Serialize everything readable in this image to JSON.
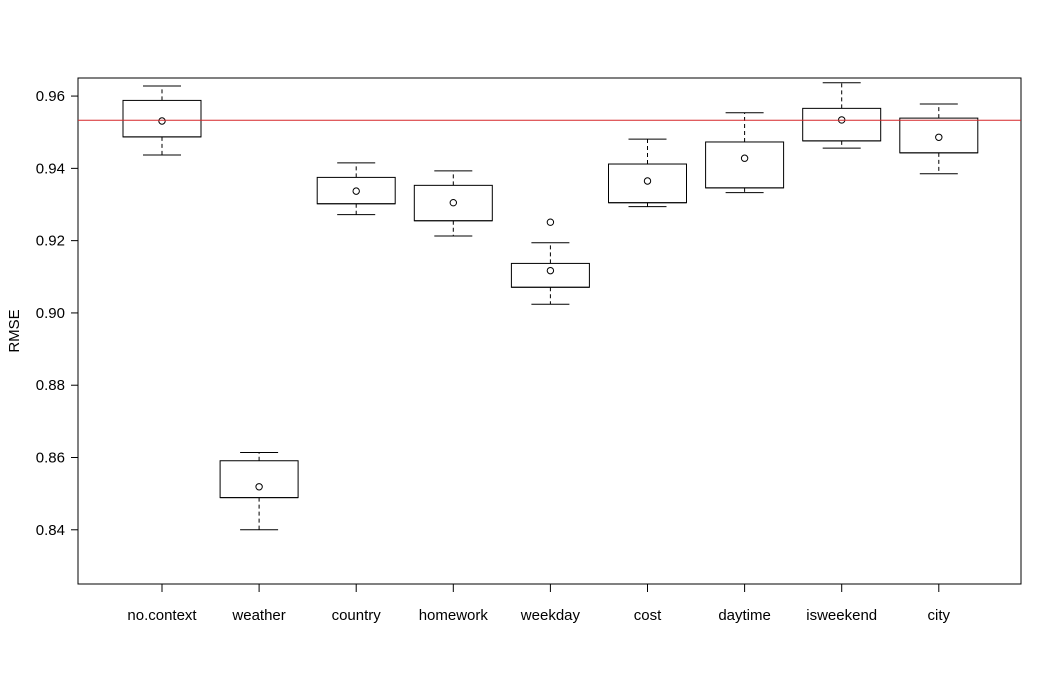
{
  "chart_data": {
    "type": "boxplot",
    "title": "",
    "xlabel": "",
    "ylabel": "RMSE",
    "ylim": [
      0.825,
      0.965
    ],
    "yticks": [
      0.84,
      0.86,
      0.88,
      0.9,
      0.92,
      0.94,
      0.96
    ],
    "ytick_labels": [
      "0.84",
      "0.86",
      "0.88",
      "0.90",
      "0.92",
      "0.94",
      "0.96"
    ],
    "categories": [
      "no.context",
      "weather",
      "country",
      "homework",
      "weekday",
      "cost",
      "daytime",
      "isweekend",
      "city"
    ],
    "boxes": [
      {
        "category": "no.context",
        "whisker_low": 0.9437,
        "q1": 0.9487,
        "median": 0.9487,
        "q3": 0.9588,
        "whisker_high": 0.9628,
        "mean": 0.9531,
        "outliers": []
      },
      {
        "category": "weather",
        "whisker_low": 0.84,
        "q1": 0.8489,
        "median": 0.8489,
        "q3": 0.8591,
        "whisker_high": 0.8614,
        "mean": 0.8519,
        "outliers": []
      },
      {
        "category": "country",
        "whisker_low": 0.9272,
        "q1": 0.9302,
        "median": 0.9302,
        "q3": 0.9375,
        "whisker_high": 0.9415,
        "mean": 0.9337,
        "outliers": []
      },
      {
        "category": "homework",
        "whisker_low": 0.9213,
        "q1": 0.9255,
        "median": 0.9255,
        "q3": 0.9353,
        "whisker_high": 0.9393,
        "mean": 0.9305,
        "outliers": []
      },
      {
        "category": "weekday",
        "whisker_low": 0.9024,
        "q1": 0.9071,
        "median": 0.9071,
        "q3": 0.9137,
        "whisker_high": 0.9194,
        "mean": 0.9117,
        "outliers": [
          0.9251
        ]
      },
      {
        "category": "cost",
        "whisker_low": 0.9294,
        "q1": 0.9305,
        "median": 0.9305,
        "q3": 0.9412,
        "whisker_high": 0.9481,
        "mean": 0.9365,
        "outliers": []
      },
      {
        "category": "daytime",
        "whisker_low": 0.9333,
        "q1": 0.9346,
        "median": 0.9346,
        "q3": 0.9473,
        "whisker_high": 0.9554,
        "mean": 0.9428,
        "outliers": []
      },
      {
        "category": "isweekend",
        "whisker_low": 0.9456,
        "q1": 0.9476,
        "median": 0.9476,
        "q3": 0.9566,
        "whisker_high": 0.9637,
        "mean": 0.9534,
        "outliers": []
      },
      {
        "category": "city",
        "whisker_low": 0.9385,
        "q1": 0.9443,
        "median": 0.9443,
        "q3": 0.9539,
        "whisker_high": 0.9578,
        "mean": 0.9486,
        "outliers": []
      }
    ],
    "reference_line": {
      "value": 0.9533,
      "color": "#d62728"
    },
    "grid": false,
    "legend": "none",
    "colors": {
      "box": "#000000",
      "mean_marker": "#000000",
      "reference_line": "#d62728"
    }
  }
}
